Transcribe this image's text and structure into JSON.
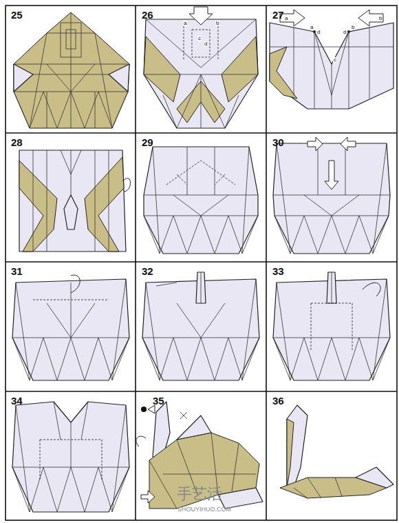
{
  "diagram": {
    "labels": [
      "25",
      "26",
      "a",
      "b",
      "c",
      "d",
      "27",
      "a",
      "b",
      "a",
      "d",
      "d",
      "b",
      "c",
      "28",
      "29",
      "30",
      "31",
      "32",
      "33",
      "34",
      "35",
      "36",
      "手艺活",
      "SHOUYIHUO.COM"
    ]
  }
}
